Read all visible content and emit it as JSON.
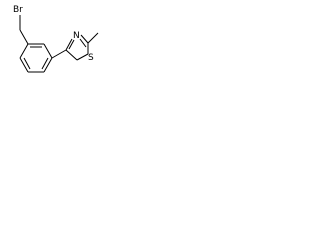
{
  "molecule": {
    "atom_labels": {
      "bromine": "Br",
      "sulfur": "S",
      "nitrogen": "N"
    },
    "bond_color": "#000000",
    "background_color": "#ffffff"
  }
}
